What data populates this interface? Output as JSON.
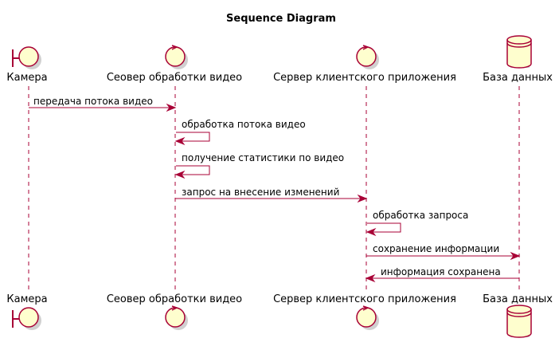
{
  "title": "Sequence Diagram",
  "colors": {
    "line": "#A80036",
    "fill": "#FEFECE"
  },
  "participants": [
    {
      "label": "Камера",
      "icon": "boundary-icon"
    },
    {
      "label": "Сеовер обработки видео",
      "icon": "control-icon"
    },
    {
      "label": "Сервер клиентского приложения",
      "icon": "control-icon"
    },
    {
      "label": "База данных",
      "icon": "database-icon"
    }
  ],
  "messages": [
    {
      "from": 0,
      "to": 1,
      "label": "передача потока видео"
    },
    {
      "from": 1,
      "to": 1,
      "label": "обработка потока видео"
    },
    {
      "from": 1,
      "to": 1,
      "label": "получение статистики по видео"
    },
    {
      "from": 1,
      "to": 2,
      "label": "запрос на внесение изменений"
    },
    {
      "from": 2,
      "to": 2,
      "label": "обработка запроса"
    },
    {
      "from": 2,
      "to": 3,
      "label": "сохранение информации"
    },
    {
      "from": 3,
      "to": 2,
      "label": "информация сохранена"
    }
  ]
}
